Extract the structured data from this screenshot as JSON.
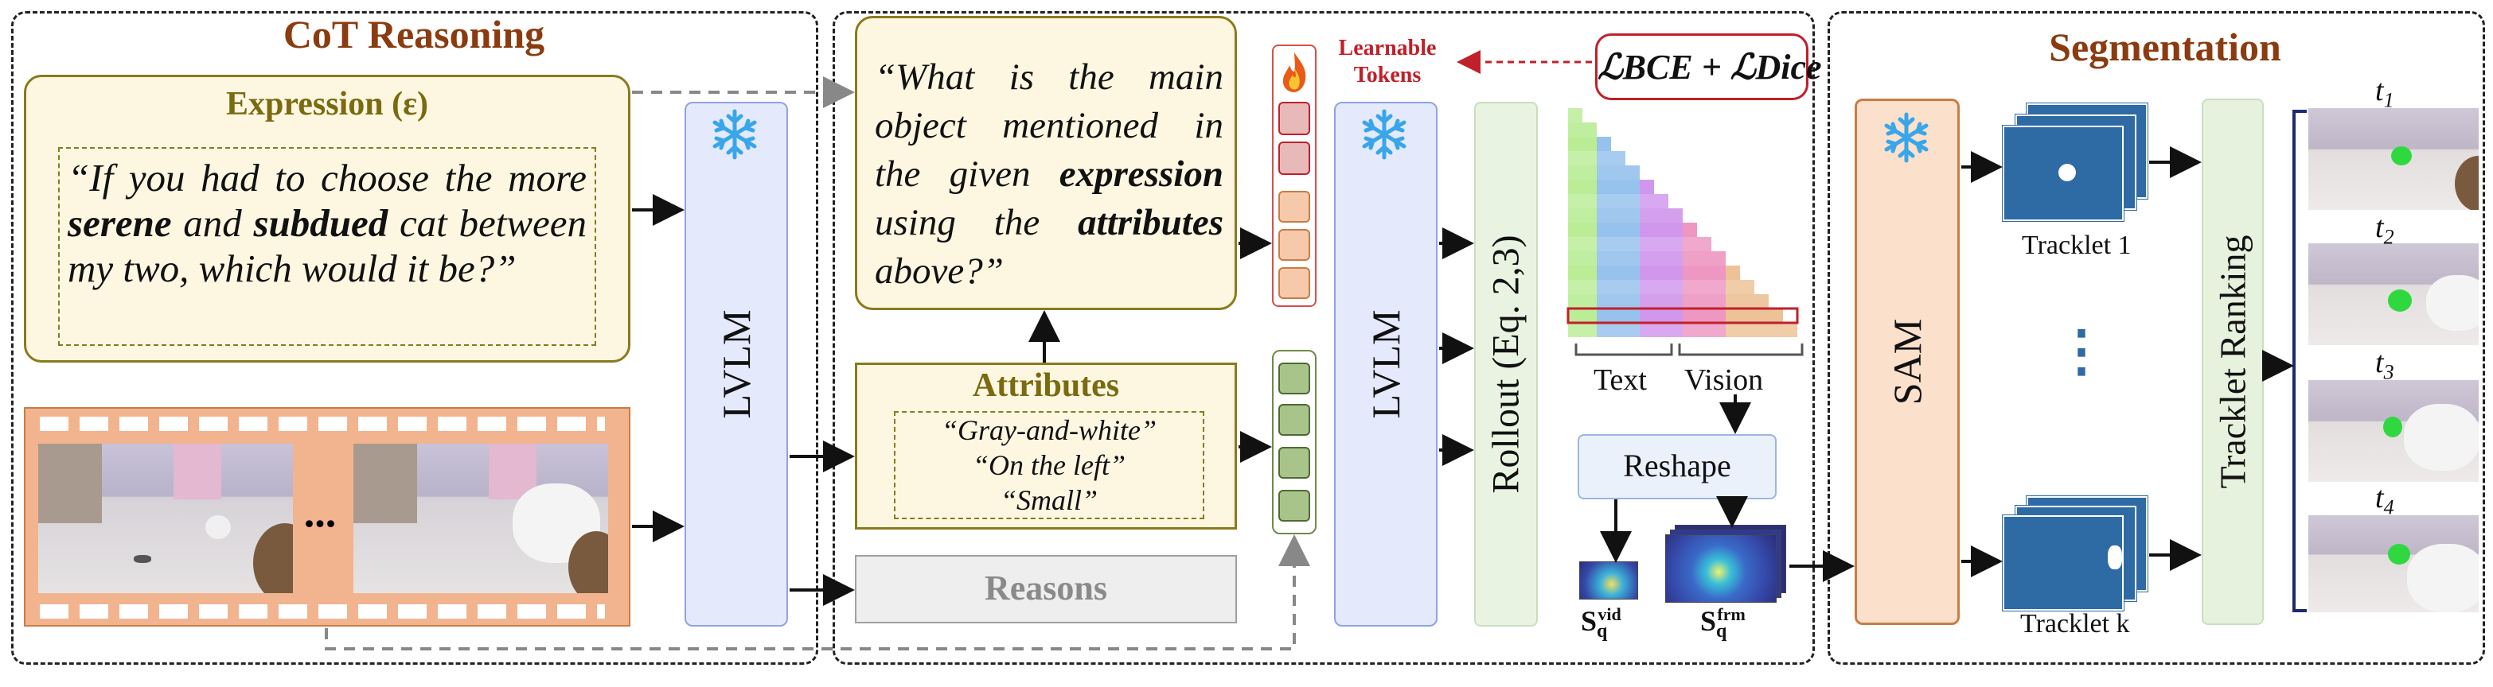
{
  "sections": {
    "cot": "CoT Reasoning",
    "segmentation": "Segmentation"
  },
  "expression": {
    "title": "Expression (ε)",
    "text_parts": [
      "“If you had to choose the more ",
      "serene",
      " and ",
      "subdued",
      " cat between my two, which would it be?”"
    ]
  },
  "question": {
    "text_parts": [
      "“What is the main object mentioned in the given ",
      "expression",
      " using the ",
      "attributes",
      " above?”"
    ]
  },
  "attributes": {
    "title": "Attributes",
    "items": [
      "“Gray-and-white”",
      "“On the left”",
      "“Small”"
    ]
  },
  "reasons": "Reasons",
  "modules": {
    "lvlm1": "LVLM",
    "lvlm2": "LVLM",
    "rollout": "Rollout (Eq. 2,3)",
    "reshape": "Reshape",
    "sam": "SAM",
    "ranking": "Tracklet Ranking"
  },
  "learnable_tokens": "Learnable Tokens",
  "loss": "ℒBCE + ℒDice",
  "attention_axis": {
    "text": "Text",
    "vision": "Vision"
  },
  "saliency": {
    "vid": "S",
    "vid_sub": "q",
    "vid_sup": "vid",
    "frm": "S",
    "frm_sub": "q",
    "frm_sup": "frm"
  },
  "tracklets": {
    "first": "Tracklet 1",
    "last": "Tracklet k",
    "ellipsis": "⋮"
  },
  "times": [
    {
      "base": "t",
      "sub": "1"
    },
    {
      "base": "t",
      "sub": "2"
    },
    {
      "base": "t",
      "sub": "3"
    },
    {
      "base": "t",
      "sub": "4"
    }
  ],
  "video_ellipsis": "...",
  "icons": {
    "frozen": "snowflake-icon",
    "trainable": "fire-icon"
  },
  "colors": {
    "section_title": "#8a3c10",
    "accent_red": "#c0202a",
    "tracklet_blue": "#2e6aa3"
  }
}
